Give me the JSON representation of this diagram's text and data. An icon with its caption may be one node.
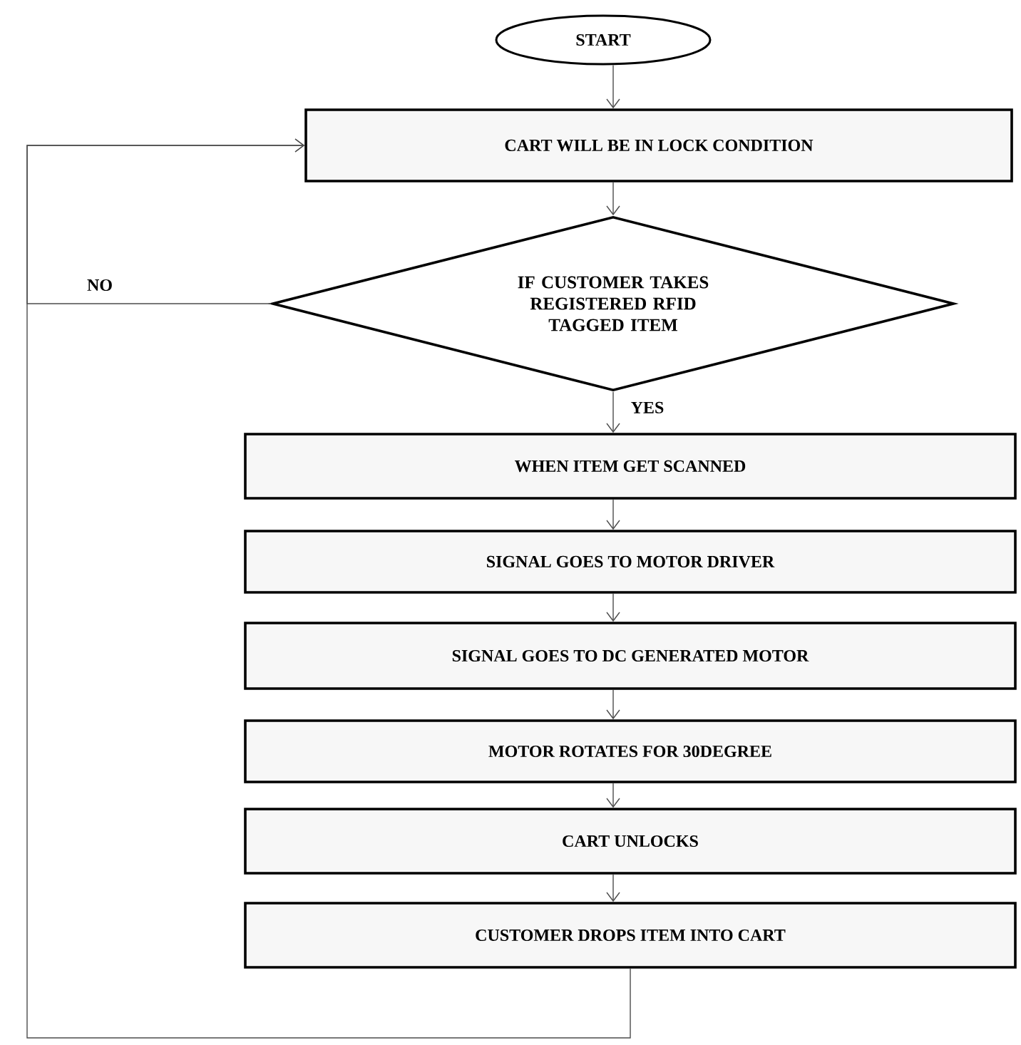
{
  "diagram": {
    "nodes": [
      {
        "text": [
          "START"
        ]
      },
      {
        "text": [
          "CART WILL BE IN LOCK CONDITION"
        ]
      },
      {
        "text": [
          "IF CUSTOMER TAKES REGISTERED RFID TAGGED ITEM"
        ]
      },
      {
        "text": [
          "WHEN ITEM GET SCANNED"
        ]
      },
      {
        "text": [
          "SIGNAL GOES TO MOTOR DRIVER"
        ]
      },
      {
        "text": [
          "SIGNAL GOES TO DC GENERATED MOTOR"
        ]
      },
      {
        "text": [
          "MOTOR ROTATES FOR 30DEGREE"
        ]
      },
      {
        "text": [
          "CART UNLOCKS"
        ]
      },
      {
        "text": [
          "CUSTOMER DROPS ITEM INTO CART"
        ]
      }
    ],
    "edges": [
      {
        "from": 0,
        "to": 1,
        "arrow": "to"
      },
      {
        "from": 1,
        "to": 2,
        "arrow": "to"
      },
      {
        "from": 2,
        "to": 3,
        "arrow": "to",
        "label": "YES"
      },
      {
        "from": 3,
        "to": 4,
        "arrow": "to"
      },
      {
        "from": 4,
        "to": 5,
        "arrow": "to"
      },
      {
        "from": 5,
        "to": 6,
        "arrow": "to"
      },
      {
        "from": 6,
        "to": 7,
        "arrow": "to"
      },
      {
        "from": 7,
        "to": 8,
        "arrow": "to"
      },
      {
        "from": 2,
        "to": 1,
        "arrow": "to",
        "label": "NO"
      },
      {
        "from": 8,
        "to": 1,
        "arrow": "to"
      }
    ]
  }
}
